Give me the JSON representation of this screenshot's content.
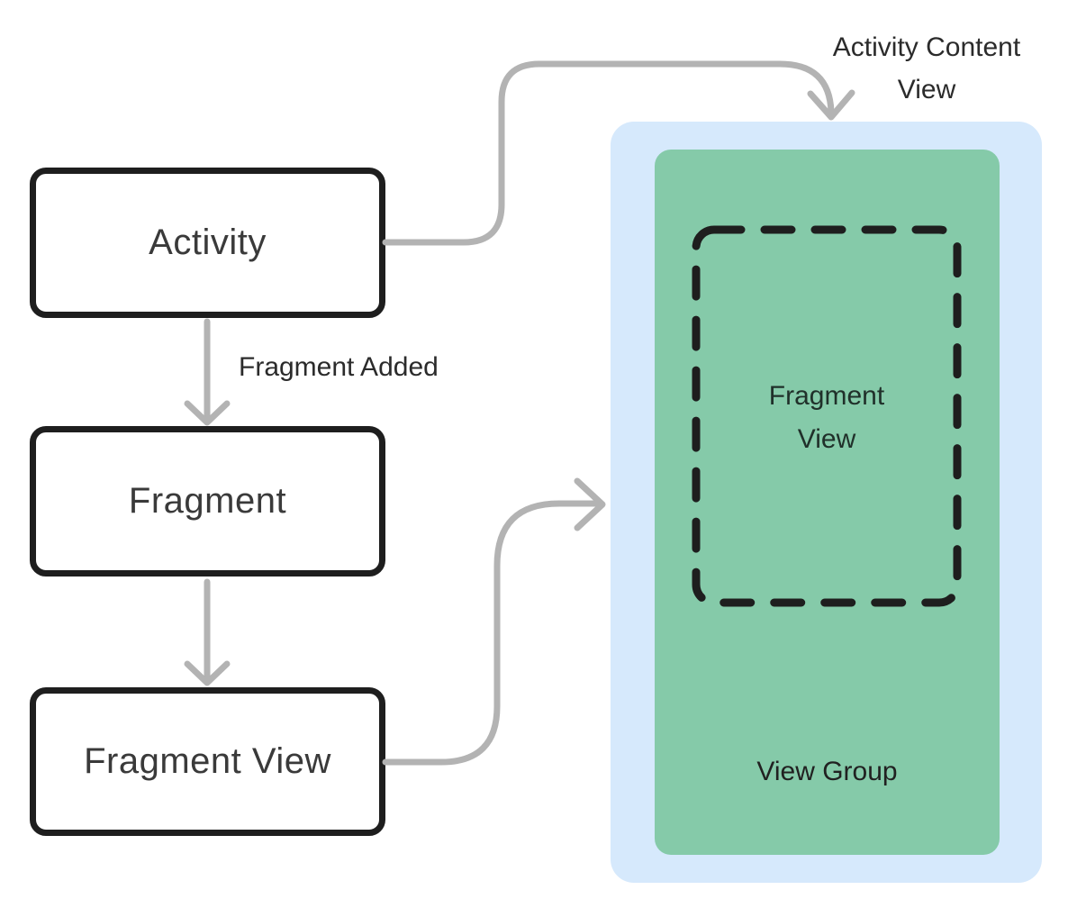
{
  "nodes": {
    "activity": "Activity",
    "fragment": "Fragment",
    "fragment_view": "Fragment View"
  },
  "labels": {
    "fragment_added": "Fragment Added",
    "activity_content_line1": "Activity Content",
    "activity_content_line2": "View"
  },
  "container": {
    "fragment_view_slot_line1": "Fragment",
    "fragment_view_slot_line2": "View",
    "view_group": "View Group"
  },
  "colors": {
    "box_border": "#1e1e1e",
    "box_background": "#ffffff",
    "box_text": "#3a3a3a",
    "arrow": "#b3b3b3",
    "label_text": "#2b2b2b",
    "activity_content_view_background": "#d6e9fc",
    "view_group_background": "#85caa9",
    "dashed_outline": "#1e1e1e"
  }
}
